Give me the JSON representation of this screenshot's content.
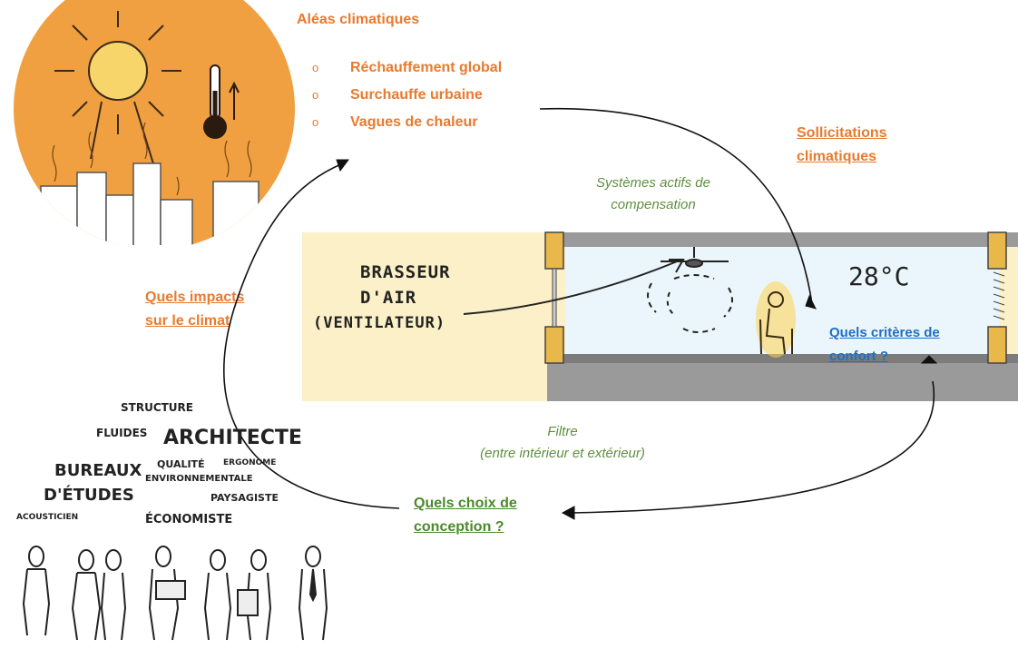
{
  "hazards": {
    "title": "Aléas climatiques",
    "items": [
      {
        "bullet": "o",
        "label": "Réchauffement global"
      },
      {
        "bullet": "o",
        "label": "Surchauffe urbaine"
      },
      {
        "bullet": "o",
        "label": "Vagues de chaleur"
      }
    ]
  },
  "solicitations": {
    "line1": "Sollicitations",
    "line2": "climatiques"
  },
  "active_systems": {
    "line1": "Systèmes actifs de",
    "line2": "compensation"
  },
  "impacts": {
    "line1": "Quels impacts",
    "line2": "sur le climat"
  },
  "room": {
    "fan_label": {
      "line1": "BRASSEUR",
      "line2": "D'AIR",
      "line3": "(VENTILATEUR)"
    },
    "temperature": "28°C"
  },
  "comfort": {
    "line1": "Quels critères de",
    "line2": "confort ?"
  },
  "filter": {
    "line1": "Filtre",
    "line2": "(entre intérieur et extérieur)"
  },
  "design": {
    "line1": "Quels choix de",
    "line2": "conception ?"
  },
  "actors": {
    "structure": "STRUCTURE",
    "fluides": "FLUIDES",
    "architecte": "ARCHITECTE",
    "qualite": "QUALITÉ",
    "ergonome": "ERGONOME",
    "bureaux": "BUREAUX",
    "environnementale": "ENVIRONNEMENTALE",
    "etudes": "D'ÉTUDES",
    "paysagiste": "PAYSAGISTE",
    "acousticien": "ACOUSTICIEN",
    "economiste": "ÉCONOMISTE"
  },
  "colors": {
    "orange": "#e87a2e",
    "green": "#5e8f3e",
    "blue": "#1f6fc4",
    "sun_disc": "#f0a040",
    "room_fill": "#eaf6fb",
    "outside_fill": "#fbf0c8"
  }
}
